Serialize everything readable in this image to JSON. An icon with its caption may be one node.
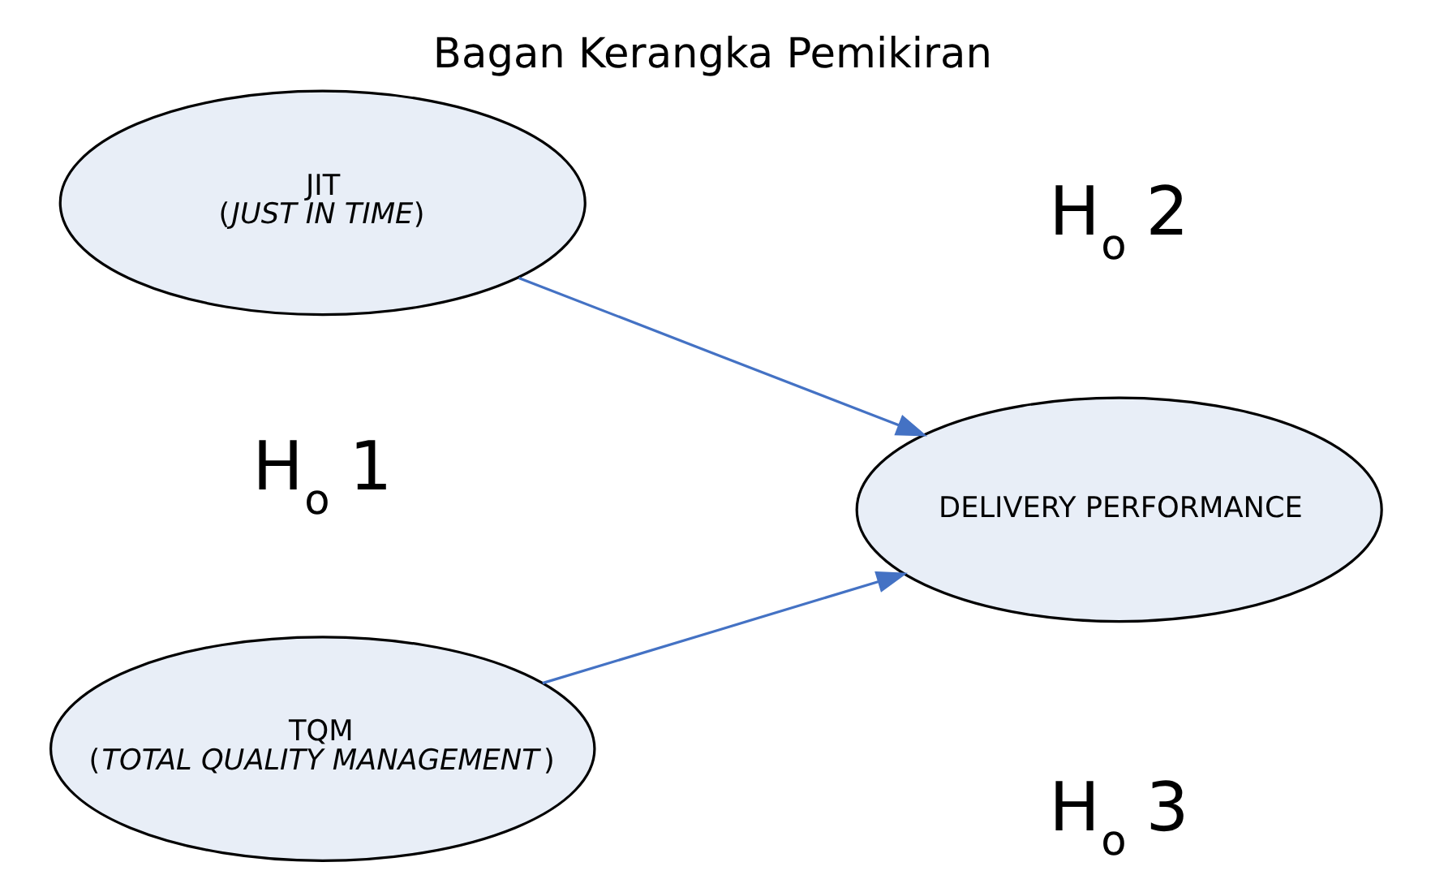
{
  "diagram": {
    "title": "Bagan Kerangka Pemikiran",
    "nodes": [
      {
        "text": [
          "JIT",
          "(*JUST IN TIME*)"
        ]
      },
      {
        "text": [
          "TQM",
          "(*TOTAL QUALITY MANAGEMENT*)"
        ]
      },
      {
        "text": [
          "DELIVERY PERFORMANCE"
        ]
      }
    ],
    "edges": [
      {
        "from": 0,
        "to": 2,
        "arrow": "to"
      },
      {
        "from": 1,
        "to": 2,
        "arrow": "to"
      }
    ],
    "labels": [
      "H$_{o}$ 2",
      "H$_{o}$ 1",
      "H$_{o}$ 3"
    ]
  }
}
